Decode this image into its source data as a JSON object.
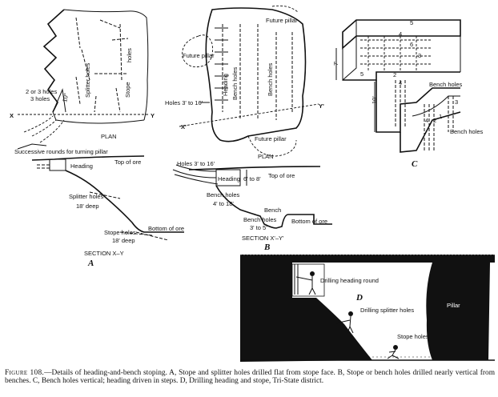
{
  "panel_a": {
    "holes_2_3": "2 or 3 holes",
    "holes_3": "3 holes",
    "splitter_holes": "Splitter holes",
    "holes": "holes",
    "stope": "Stope",
    "angle": "10°",
    "x": "X",
    "y": "Y",
    "plan": "PLAN",
    "successive_rounds": "Successive rounds for turning pillar",
    "heading": "Heading",
    "top_of_ore": "Top of ore",
    "splitter_holes_sec": "Splitter holes",
    "deep_18a": "18' deep",
    "stope_holes": "Stope holes",
    "deep_18b": "18' deep",
    "bottom_of_ore": "Bottom of ore",
    "section": "SECTION  X–Y",
    "letter": "A"
  },
  "panel_b": {
    "future_pillar_top": "Future pillar",
    "future_pillar_left": "Future pillar",
    "heading": "Heading",
    "bench_holes_left": "Bench holes",
    "bench_holes_right": "Bench holes",
    "holes_3_16": "Holes 3' to 16'",
    "y_prime": "Y'",
    "x_prime": "X'",
    "future_pillar_bottom": "Future pillar",
    "plan": "PLAN",
    "holes_3_16_sec": "Holes 3' to 16'",
    "top_of_ore": "Top of ore",
    "heading_sec": "Heading",
    "six_to_eight": "6' to 8'",
    "bench_holes_sec": "Bench holes",
    "four_to_18": "4' to 18'",
    "bench": "Bench",
    "bench_holes_2": "Bench holes",
    "three_to_5": "3' to 5'",
    "bottom_of_ore": "Bottom of ore",
    "section": "SECTION  X'–Y'",
    "letter": "B"
  },
  "panel_c": {
    "n5": "5",
    "n4": "4",
    "n6": "6",
    "n7ft": "7'",
    "n5b": "5",
    "n3": "3",
    "n2": "2",
    "n4b": "4",
    "n10ft": "10'",
    "bench_holes": "Bench holes",
    "n3b": "3",
    "n4c": "4'",
    "n2b": "2",
    "n1": "1",
    "bench_holes_2": "Bench holes",
    "letter": "C"
  },
  "panel_d": {
    "drilling_heading": "Drilling heading round",
    "letter": "D",
    "drilling_splitter": "Drilling splitter holes",
    "pillar": "Pillar",
    "stope_holes": "Stope holes"
  },
  "caption": {
    "figure_no": "Figure 108.",
    "text": "—Details of heading-and-bench stoping.  A, Stope and splitter holes drilled flat from stope face.  B, Stope or bench holes drilled nearly vertical from benches.  C, Bench holes vertical; heading driven in steps.  D, Drilling heading and stope, Tri-State district."
  }
}
